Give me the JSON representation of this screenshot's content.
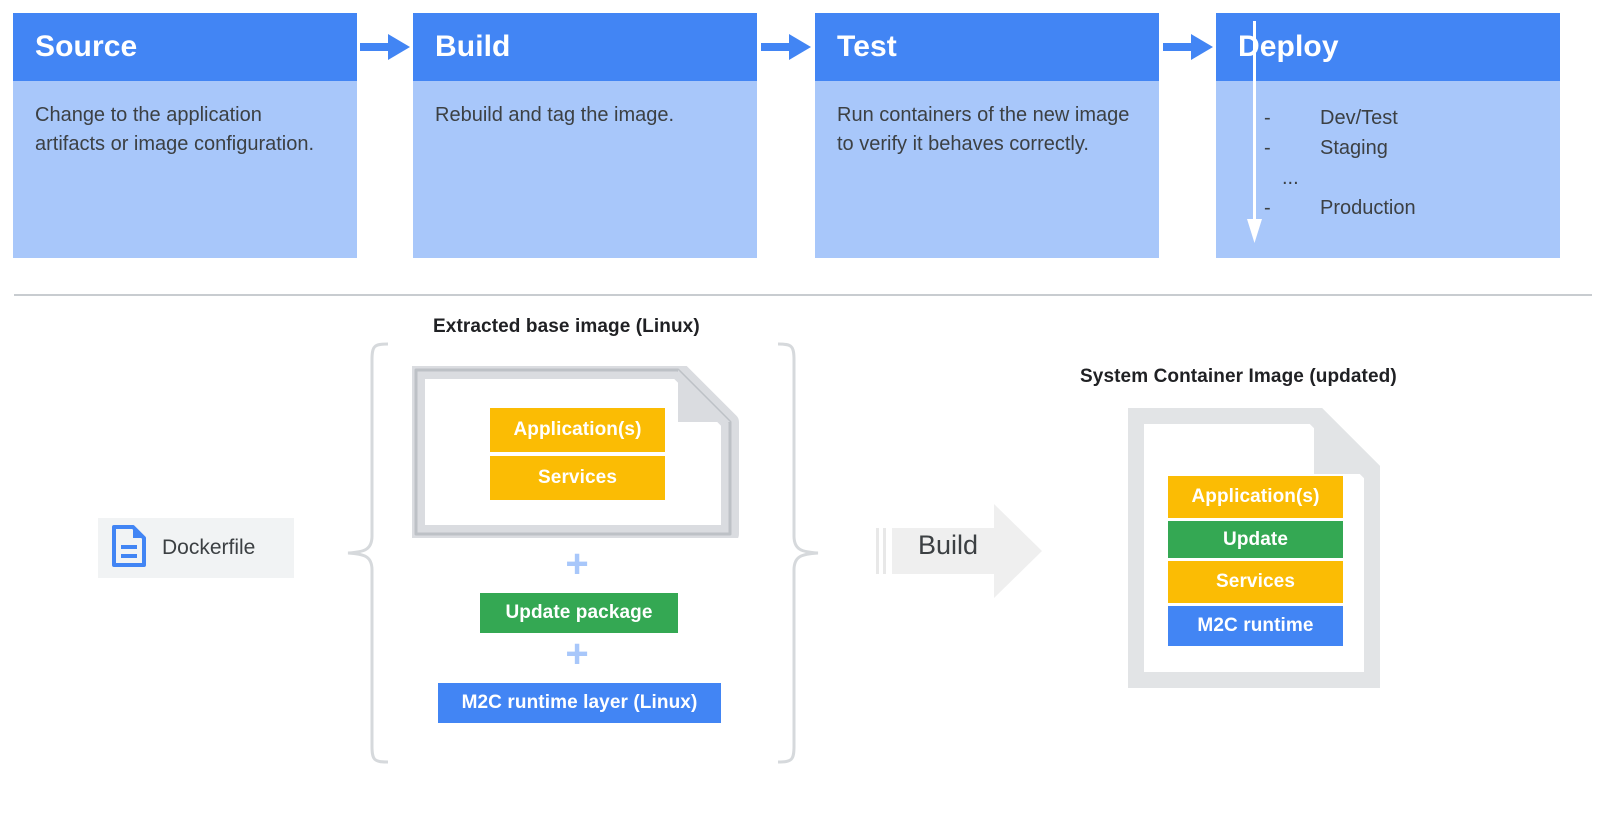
{
  "pipeline": {
    "stages": [
      {
        "title": "Source",
        "body": "Change to the application artifacts or image configuration.",
        "arrow_icon": "arrow-right-icon"
      },
      {
        "title": "Build",
        "body": "Rebuild and tag the image.",
        "arrow_icon": "arrow-right-icon"
      },
      {
        "title": "Test",
        "body": "Run containers of the new image to verify it behaves correctly.",
        "arrow_icon": "arrow-right-icon"
      },
      {
        "title": "Deploy",
        "body": "",
        "arrow_icon": ""
      }
    ],
    "deploy_list": [
      {
        "dash": "-",
        "label": "Dev/Test"
      },
      {
        "dash": "-",
        "label": "Staging"
      }
    ],
    "deploy_ellipsis": "...",
    "deploy_last": {
      "dash": "-",
      "label": "Production"
    },
    "deploy_arrow_icon": "arrow-down-icon",
    "header_color": "#4285F4",
    "body_color": "#A8C7FA",
    "arrow_color": "#4285F4",
    "down_arrow_color": "#FFFFFF"
  },
  "lower": {
    "base_caption": "Extracted base image (Linux)",
    "output_caption": "System Container Image (updated)",
    "dockerfile": {
      "label": "Dockerfile",
      "icon": "document-icon"
    },
    "base_layers": [
      {
        "label": "Application(s)",
        "color": "#FBBC04"
      },
      {
        "label": "Services",
        "color": "#FBBC04"
      }
    ],
    "plus_1": "+",
    "update_package": {
      "label": "Update package",
      "color": "#34A853"
    },
    "plus_2": "+",
    "m2c_layer": {
      "label": "M2C runtime layer (Linux)",
      "color": "#4285F4"
    },
    "build_arrow": {
      "label": "Build",
      "color": "#EFEFEF",
      "icon": "arrow-right-block-icon"
    },
    "output_layers": [
      {
        "label": "Application(s)",
        "color": "#FBBC04"
      },
      {
        "label": "Update",
        "color": "#34A853"
      },
      {
        "label": "Services",
        "color": "#FBBC04"
      },
      {
        "label": "M2C runtime",
        "color": "#4285F4"
      }
    ],
    "brace_color": "#D6D9DC",
    "card_border_color": "#E0E0E0",
    "plus_color": "#A8C7FA"
  }
}
